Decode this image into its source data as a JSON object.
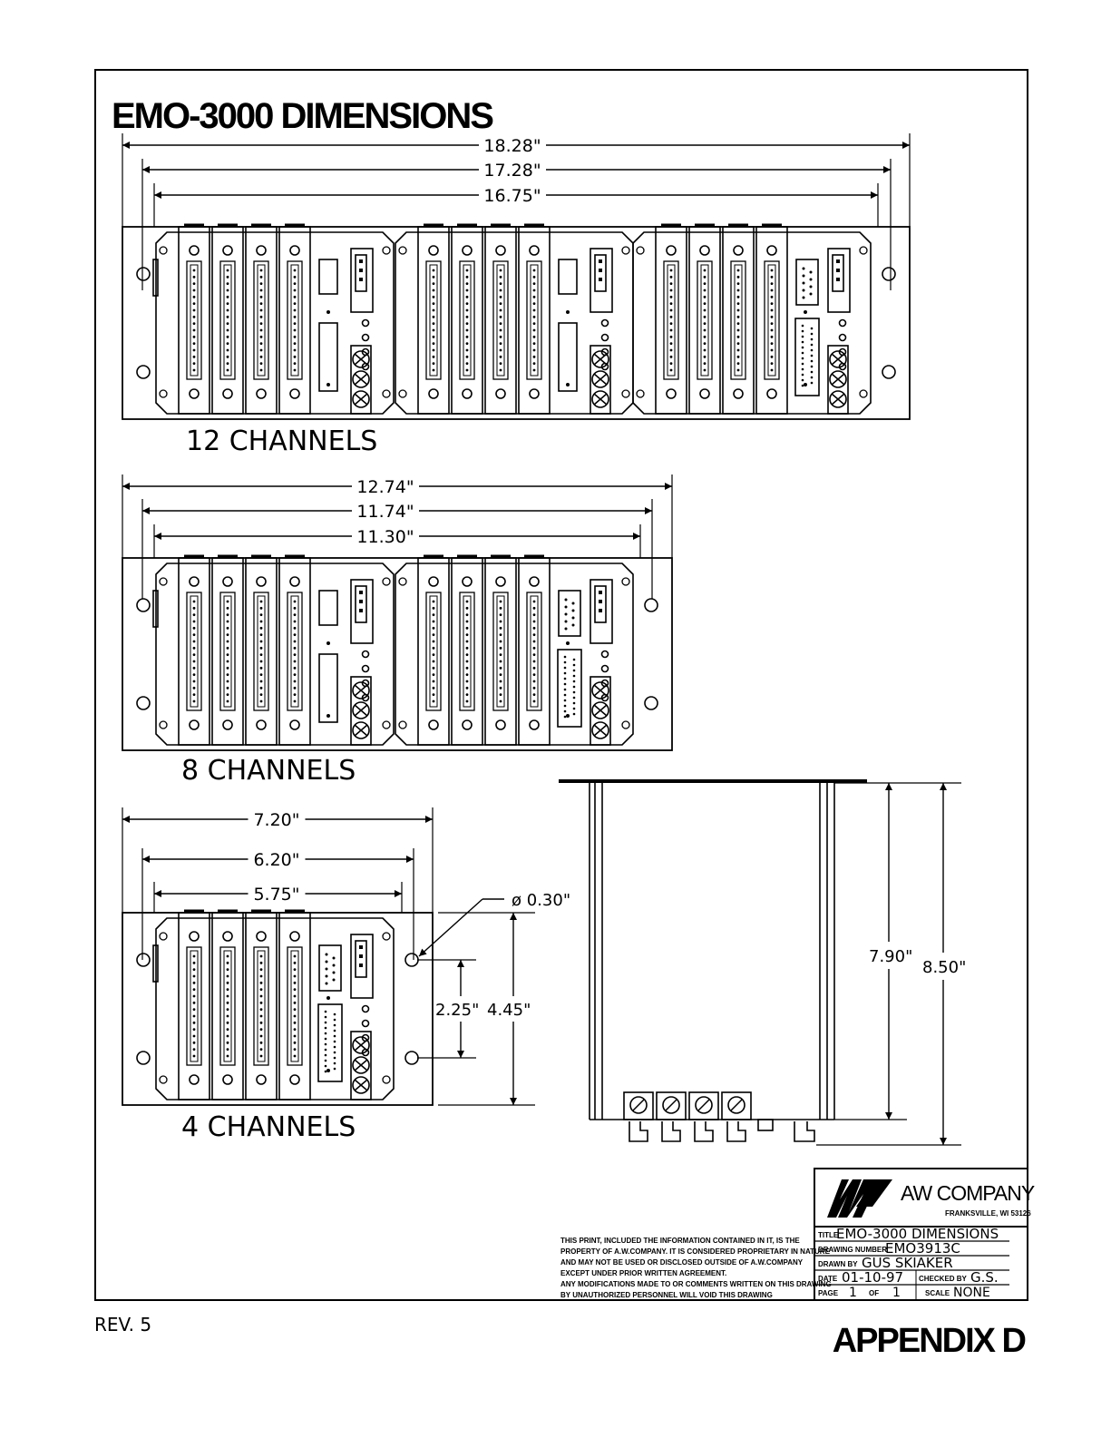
{
  "title": "EMO-3000 DIMENSIONS",
  "footer": {
    "rev": "REV. 5",
    "appendix": "APPENDIX D"
  },
  "views": {
    "twelve": {
      "label": "12 CHANNELS",
      "dims": [
        "18.28\"",
        "17.28\"",
        "16.75\""
      ]
    },
    "eight": {
      "label": "8 CHANNELS",
      "dims": [
        "12.74\"",
        "11.74\"",
        "11.30\""
      ]
    },
    "four": {
      "label": "4 CHANNELS",
      "dims": [
        "7.20\"",
        "6.20\"",
        "5.75\""
      ],
      "hole": "ø 0.30\"",
      "hole_spacing": "2.25\"",
      "height": "4.45\""
    },
    "side": {
      "dims": [
        "7.90\"",
        "8.50\""
      ]
    }
  },
  "title_block": {
    "company": "AW COMPANY",
    "location": "FRANKSVILLE, WI 53126",
    "fields": {
      "title_key": "TITLE",
      "title": "EMO-3000  DIMENSIONS",
      "drawing_key": "DRAWING NUMBER",
      "drawing": "EMO3913C",
      "drawn_key": "DRAWN BY",
      "drawn": "GUS  SKIAKER",
      "date_key": "DATE",
      "date": "01-10-97",
      "checked_key": "CHECKED BY",
      "checked": "G.S.",
      "page_key": "PAGE",
      "page": "1",
      "of_key": "OF",
      "of": "1",
      "scale_key": "SCALE",
      "scale": "NONE"
    },
    "notice": [
      "THIS PRINT, INCLUDED THE INFORMATION CONTAINED IN IT, IS THE",
      "PROPERTY OF A.W.COMPANY. IT IS CONSIDERED PROPRIETARY IN NATURE",
      "AND MAY NOT BE USED OR DISCLOSED OUTSIDE OF A.W.COMPANY",
      "EXCEPT UNDER PRIOR WRITTEN AGREEMENT.",
      "ANY MODIFICATIONS MADE TO OR COMMENTS WRITTEN ON THIS DRAWING",
      "BY UNAUTHORIZED PERSONNEL WILL VOID THIS DRAWING"
    ]
  }
}
